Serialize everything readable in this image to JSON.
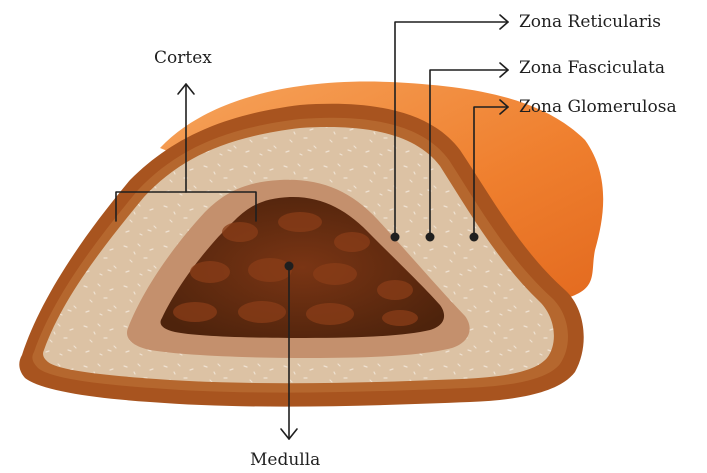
{
  "labels": {
    "cortex": "Cortex",
    "zona_reticularis": "Zona Reticularis",
    "zona_fasciculata": "Zona Fasciculata",
    "zona_glomerulosa": "Zona Glomerulosa",
    "medulla": "Medulla"
  },
  "colors": {
    "capsule_outer": "#a8541f",
    "capsule_orange": "#ef7f2e",
    "glomerulosa_band": "#b5672e",
    "fasciculata_fill": "#dcc2a4",
    "reticularis_band": "#c4906d",
    "medulla_base": "#5a2a0e",
    "medulla_spots": "#8a3d18",
    "leader_lines": "#1f1f1f"
  }
}
